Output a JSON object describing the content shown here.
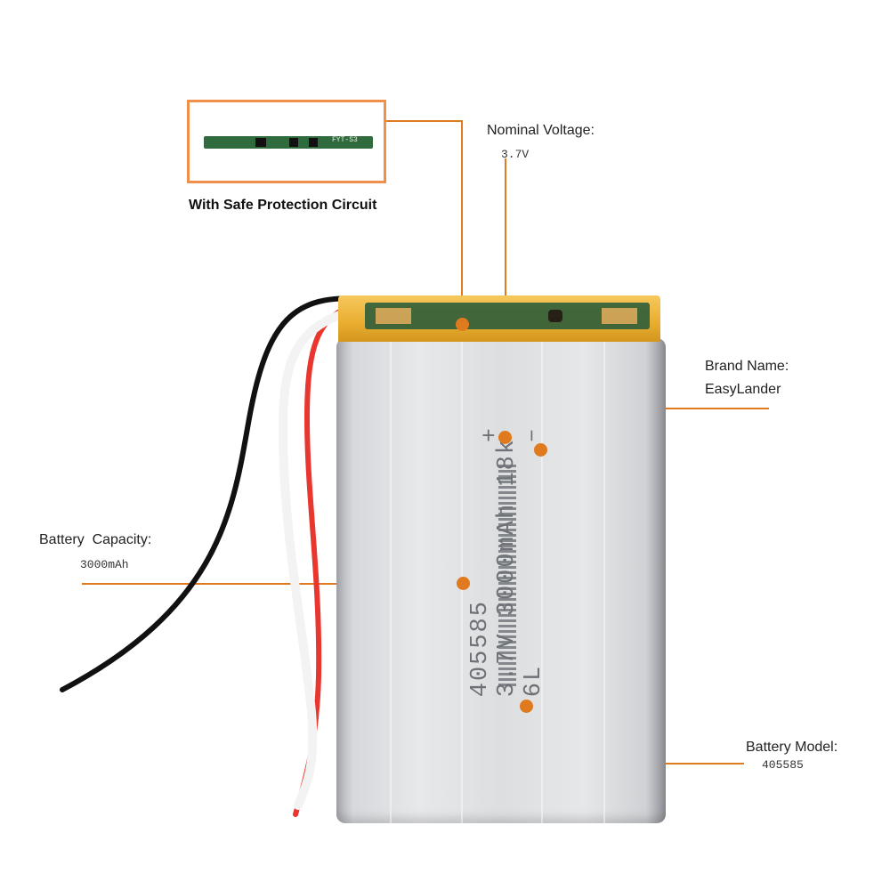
{
  "protection": {
    "caption": "With Safe Protection Circuit",
    "pcb_marking": "FYT-S3"
  },
  "callouts": {
    "voltage": {
      "title": "Nominal Voltage:",
      "value": "3.7V"
    },
    "brand": {
      "title": "Brand Name:",
      "value": "EasyLander"
    },
    "capacity": {
      "title": "Battery  Capacity:",
      "value": "3000mAh"
    },
    "model": {
      "title": "Battery Model:",
      "value": "405585"
    }
  },
  "battery_print": {
    "polarity_plus": "+",
    "polarity_minus": "−",
    "line1": "405585",
    "line2": "3.7V 3000mAh 18k",
    "line3": "6L"
  },
  "colors": {
    "accent": "#e07a1f",
    "frame": "#f0904a"
  }
}
